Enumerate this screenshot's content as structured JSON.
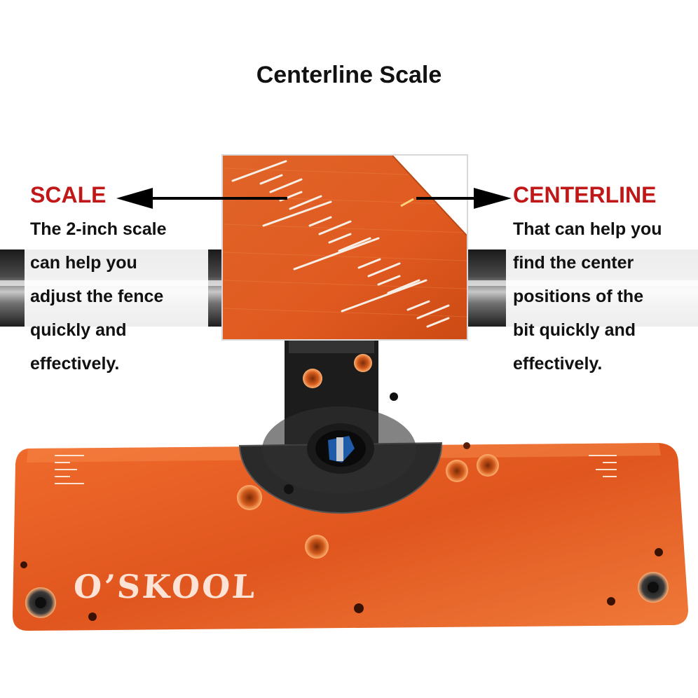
{
  "title": "Centerline Scale",
  "left": {
    "heading": "SCALE",
    "lines": [
      "The 2-inch scale",
      "can help you",
      "adjust the fence",
      "quickly and",
      "effectively."
    ]
  },
  "right": {
    "heading": "CENTERLINE",
    "lines": [
      "That can help you",
      "find the center",
      "positions of the",
      "bit quickly and",
      "effectively."
    ]
  },
  "brand": "O’SKOOL",
  "colors": {
    "heading": "#c01818",
    "plate": "#e2561f",
    "text": "#111111"
  }
}
